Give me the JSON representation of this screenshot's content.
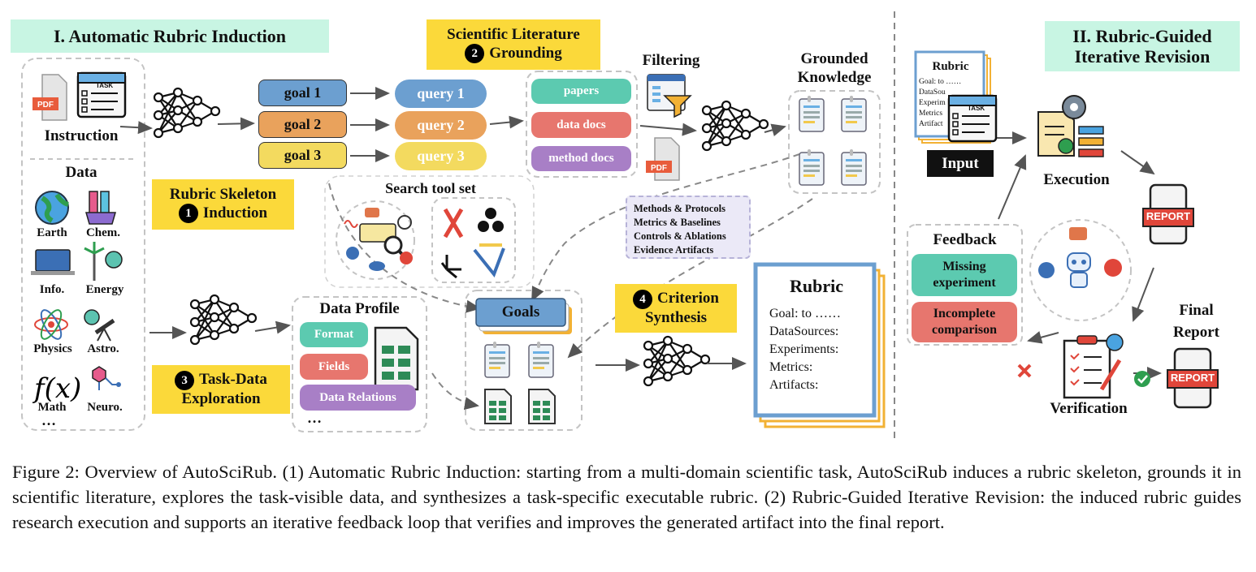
{
  "section1": {
    "title": "I. Automatic Rubric Induction"
  },
  "section2": {
    "title": "II. Rubric-Guided Iterative Revision"
  },
  "input_panel": {
    "task_icon_label": "TASK",
    "pdf_label": "PDF",
    "instruction": "Instruction",
    "data_title": "Data",
    "domains": [
      "Earth",
      "Chem.",
      "Info.",
      "Energy",
      "Physics",
      "Astro.",
      "Math",
      "Neuro."
    ],
    "more": "…"
  },
  "goals": [
    "goal 1",
    "goal 2",
    "goal 3"
  ],
  "queries": [
    "query 1",
    "query 2",
    "query 3"
  ],
  "steps": {
    "step1": {
      "num": "1",
      "line1": "Rubric Skeleton",
      "line2": "Induction"
    },
    "step2": {
      "num": "2",
      "line1": "Scientific Literature",
      "line2": "Grounding"
    },
    "step3": {
      "num": "3",
      "line1": "Task-Data",
      "line2": "Exploration"
    },
    "step4": {
      "num": "4",
      "line1": "Criterion",
      "line2": "Synthesis"
    }
  },
  "docs": [
    "papers",
    "data docs",
    "method docs"
  ],
  "search_tool_set": "Search tool set",
  "filtering": "Filtering",
  "grounded_knowledge": {
    "line1": "Grounded",
    "line2": "Knowledge"
  },
  "knowledge_list": [
    "Methods & Protocols",
    "Metrics & Baselines",
    "Controls & Ablations",
    "Evidence Artifacts"
  ],
  "data_profile": {
    "title": "Data Profile",
    "items": [
      "Format",
      "Fields",
      "Data Relations"
    ],
    "more": "…"
  },
  "goals_card": "Goals",
  "rubric": {
    "title": "Rubric",
    "lines": [
      "Goal: to ……",
      "DataSources:",
      "Experiments:",
      "Metrics:",
      "Artifacts:"
    ]
  },
  "right": {
    "mini_rubric": {
      "title": "Rubric",
      "lines": [
        "Goal: to ……",
        "DataSou",
        "Experim",
        "Metrics",
        "Artifact"
      ]
    },
    "input_label": "Input",
    "execution": "Execution",
    "report_label": "REPORT",
    "feedback": "Feedback",
    "feedback_items": [
      "Missing experiment",
      "Incomplete comparison"
    ],
    "verification": "Verification",
    "final_report": {
      "line1": "Final",
      "line2": "Report"
    }
  },
  "caption": "Figure 2: Overview of AutoSciRub. (1) Automatic Rubric Induction: starting from a multi-domain scientific task, AutoSciRub induces a rubric skeleton, grounds it in scientific literature, explores the task-visible data, and synthesizes a task-specific executable rubric. (2) Rubric-Guided Iterative Revision: the induced rubric guides research execution and supports an iterative feedback loop that verifies and improves the generated artifact into the final report.",
  "colors": {
    "green_hdr": "#c8f5e3",
    "yellow_hdr": "#fbd93a",
    "blue": "#6c9fd0",
    "orange": "#e9a25c",
    "yellow": "#f3da5f",
    "teal": "#5ccab0",
    "red": "#e7766e",
    "purple": "#a87fc6"
  }
}
